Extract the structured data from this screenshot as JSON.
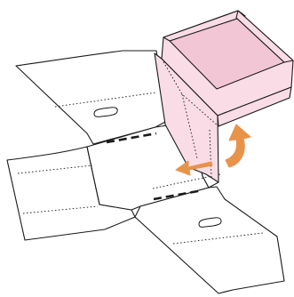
{
  "figure": {
    "subject": "carton-folding-instruction",
    "colors": {
      "cardboard": "#ffffff",
      "folded_carton": "#f9dce5",
      "folded_carton_shadow": "#f2c6d4",
      "arrow": "#e8934a",
      "outline": "#1a1a1a"
    },
    "icons": [
      "push-left-arrow",
      "fold-up-arrow"
    ]
  }
}
